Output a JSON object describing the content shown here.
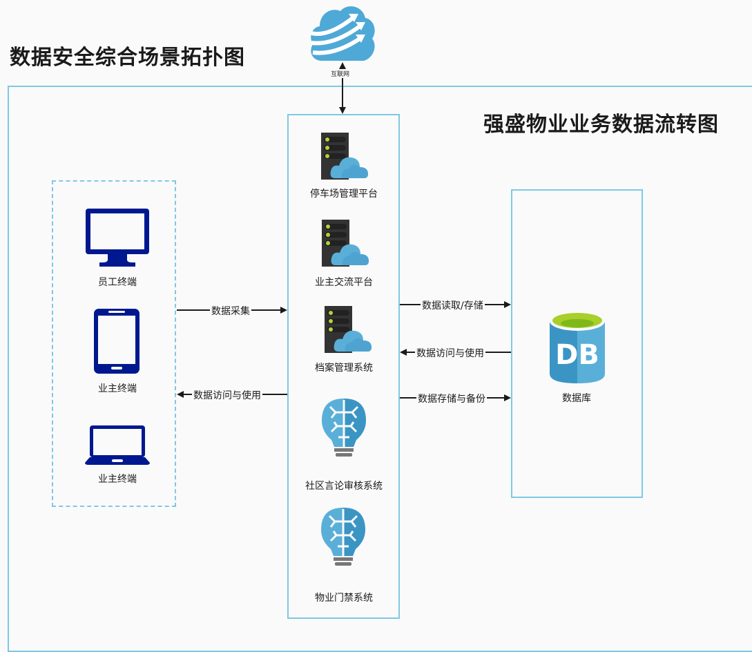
{
  "titles": {
    "main": "数据安全综合场景拓扑图",
    "sub": "强盛物业业务数据流转图"
  },
  "internet": {
    "label": "互联网",
    "icon": "cloud-arrows-icon"
  },
  "terminals": [
    {
      "label": "员工终端",
      "icon": "monitor-icon"
    },
    {
      "label": "业主终端",
      "icon": "tablet-icon"
    },
    {
      "label": "业主终端",
      "icon": "laptop-icon"
    }
  ],
  "systems": [
    {
      "label": "停车场管理平台",
      "icon": "server-cloud-icon"
    },
    {
      "label": "业主交流平台",
      "icon": "server-cloud-icon"
    },
    {
      "label": "档案管理系统",
      "icon": "server-cloud-icon"
    },
    {
      "label": "社区言论审核系统",
      "icon": "brain-bulb-icon"
    },
    {
      "label": "物业门禁系统",
      "icon": "brain-bulb-icon"
    }
  ],
  "database": {
    "label": "数据库",
    "icon_text": "DB",
    "icon": "database-icon"
  },
  "flows": {
    "collect": "数据采集",
    "access_left": "数据访问与使用",
    "read_store": "数据读取/存储",
    "access_right": "数据访问与使用",
    "store_backup": "数据存储与备份"
  },
  "colors": {
    "frame": "#7ec8e3",
    "device": "#00188f",
    "cloud": "#4fa9d6",
    "db_top": "#a8cf2a"
  }
}
